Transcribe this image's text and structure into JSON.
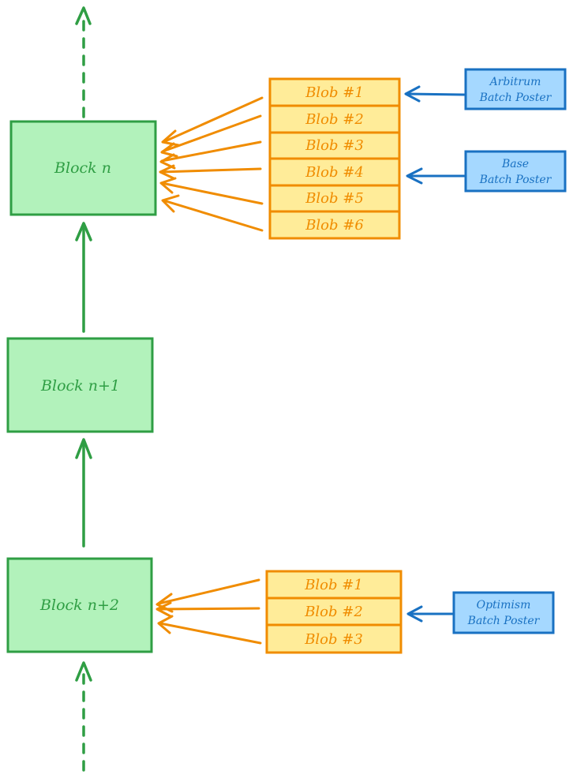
{
  "blocks": [
    {
      "label": "Block n"
    },
    {
      "label": "Block n+1"
    },
    {
      "label": "Block n+2"
    }
  ],
  "blob_groups": [
    {
      "blobs": [
        "Blob #1",
        "Blob #2",
        "Blob #3",
        "Blob #4",
        "Blob #5",
        "Blob #6"
      ]
    },
    {
      "blobs": [
        "Blob #1",
        "Blob #2",
        "Blob #3"
      ]
    }
  ],
  "posters": [
    {
      "line1": "Arbitrum",
      "line2": "Batch Poster"
    },
    {
      "line1": "Base",
      "line2": "Batch Poster"
    },
    {
      "line1": "Optimism",
      "line2": "Batch Poster"
    }
  ],
  "colors": {
    "block_fill": "#b2f2bb",
    "block_stroke": "#2f9e44",
    "blob_fill": "#ffec99",
    "blob_stroke": "#f08c00",
    "poster_fill": "#a5d8ff",
    "poster_stroke": "#1971c2"
  }
}
